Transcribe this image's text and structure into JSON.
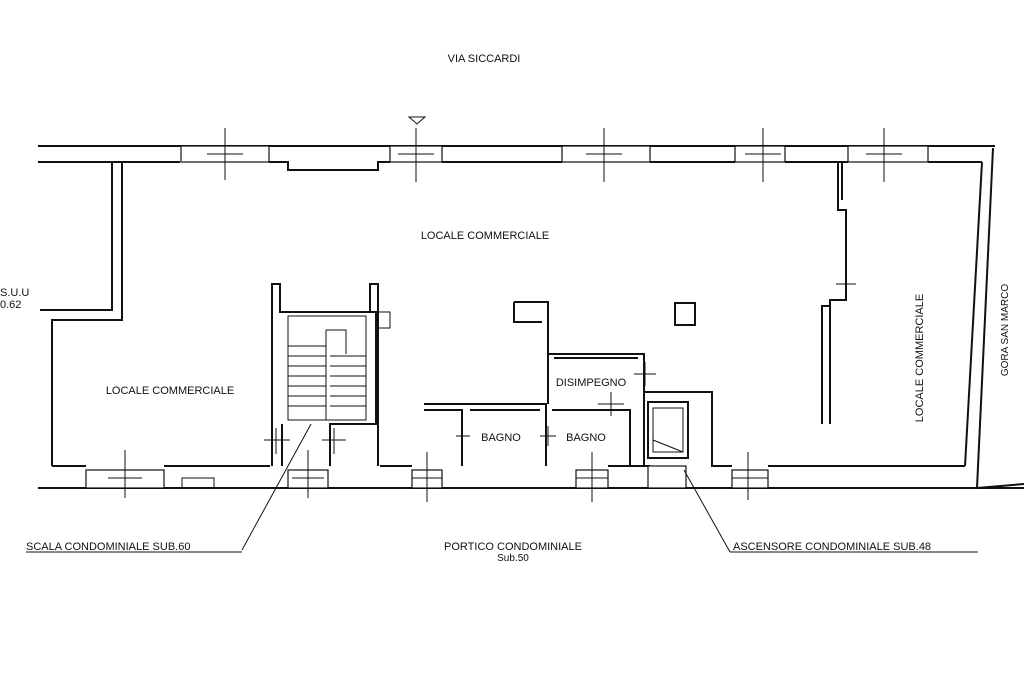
{
  "labels": {
    "street_top": "VIA SICCARDI",
    "cut_left_line1": "S.U.U",
    "cut_left_line2": "0.62",
    "room_main": "LOCALE COMMERCIALE",
    "room_left": "LOCALE COMMERCIALE",
    "room_right": "LOCALE COMMERCIALE",
    "corridor": "DISIMPEGNO",
    "bath_1": "BAGNO",
    "bath_2": "BAGNO",
    "stair_callout": "SCALA CONDOMINIALE SUB.60",
    "portico_line1": "PORTICO CONDOMINIALE",
    "portico_line2": "Sub.50",
    "lift_callout": "ASCENSORE CONDOMINIALE SUB.48",
    "street_right": "GORA SAN MARCO"
  },
  "colors": {
    "ink": "#111111",
    "paper": "#ffffff"
  }
}
